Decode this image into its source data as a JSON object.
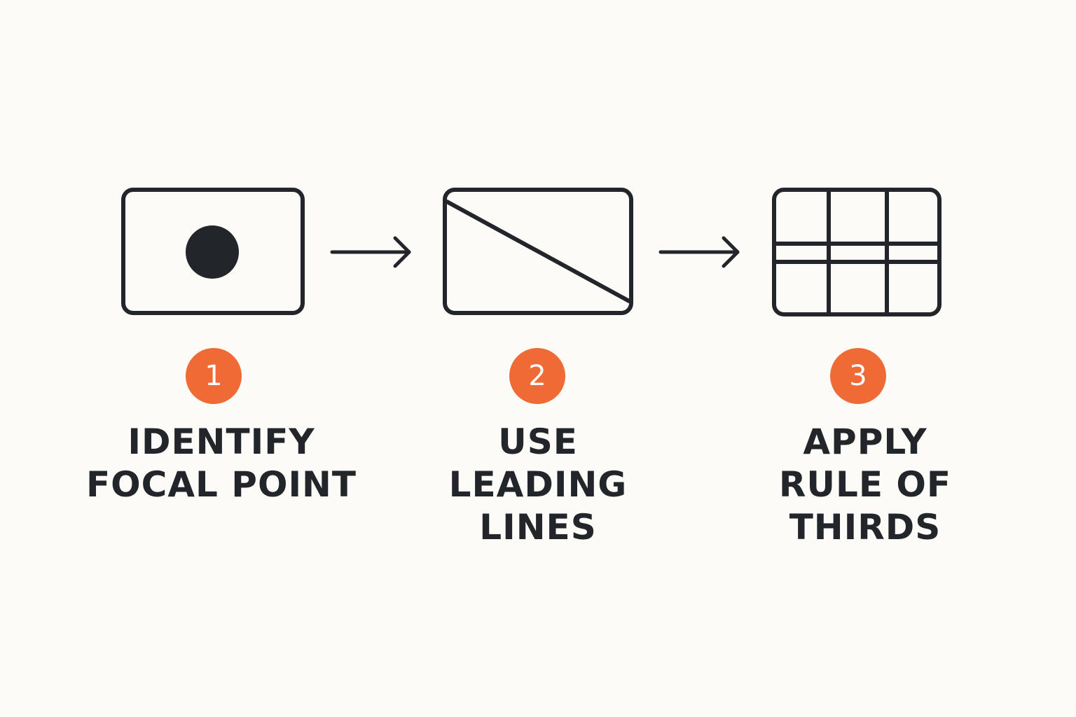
{
  "colors": {
    "background": "#fcfbf7",
    "ink": "#22262b",
    "accent": "#ef6a34",
    "badge_text": "#ffffff"
  },
  "steps": [
    {
      "number": "1",
      "icon": "focal-point-frame-icon",
      "label_lines": [
        "IDENTIFY",
        "FOCAL POINT"
      ]
    },
    {
      "number": "2",
      "icon": "leading-line-frame-icon",
      "label_lines": [
        "USE",
        "LEADING",
        "LINES"
      ]
    },
    {
      "number": "3",
      "icon": "rule-of-thirds-grid-icon",
      "label_lines": [
        "APPLY",
        "RULE OF",
        "THIRDS"
      ]
    }
  ],
  "connectors": [
    {
      "icon": "right-arrow-icon"
    },
    {
      "icon": "right-arrow-icon"
    }
  ]
}
